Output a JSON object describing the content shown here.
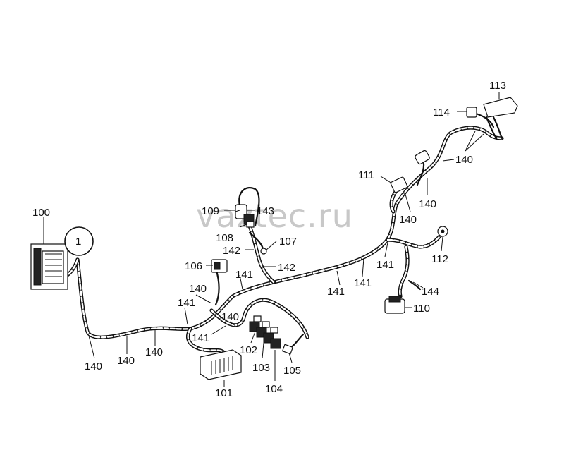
{
  "watermark": "vaztec.ru",
  "callout": "1",
  "labels": {
    "p100": "100",
    "p101": "101",
    "p102": "102",
    "p103": "103",
    "p104": "104",
    "p105": "105",
    "p106": "106",
    "p107": "107",
    "p108": "108",
    "p109": "109",
    "p110": "110",
    "p111": "111",
    "p112": "112",
    "p113": "113",
    "p114": "114",
    "p140": "140",
    "p141": "141",
    "p142": "142",
    "p143": "143",
    "p144": "144"
  }
}
